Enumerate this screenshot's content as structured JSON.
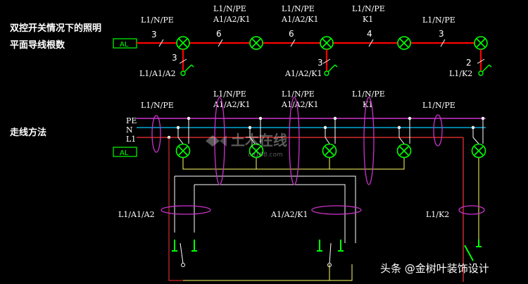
{
  "section1": {
    "title_line1": "双控开关情况下的照明",
    "title_line2": "平面导线根数",
    "panel": "AL",
    "top_labels": [
      {
        "lines": [
          "L1/N/PE"
        ]
      },
      {
        "lines": [
          "L1/N/PE",
          "A1/A2/K1"
        ]
      },
      {
        "lines": [
          "L1/N/PE",
          "A1/A2/K1"
        ]
      },
      {
        "lines": [
          "L1/N/PE",
          "K1"
        ]
      },
      {
        "lines": [
          "L1/N/PE"
        ]
      }
    ],
    "segment_counts": [
      "3",
      "6",
      "6",
      "4",
      "3"
    ],
    "drop_counts": [
      "3",
      "3",
      "2"
    ],
    "switch_labels": [
      "L1/A1/A2",
      "A1/A2/K1",
      "L1/K2"
    ]
  },
  "section2": {
    "title": "走线方法",
    "panel": "AL",
    "bus_labels": [
      "PE",
      "N",
      "L1"
    ],
    "top_labels": [
      {
        "lines": [
          "L1/N/PE"
        ]
      },
      {
        "lines": [
          "L1/N/PE",
          "A1/A2/K1"
        ]
      },
      {
        "lines": [
          "L1/N/PE",
          "A1/A2/K1"
        ]
      },
      {
        "lines": [
          "L1/N/PE",
          "K1"
        ]
      },
      {
        "lines": [
          "L1/N/PE"
        ]
      }
    ],
    "switch_labels": [
      "L1/A1/A2",
      "A1/A2/K1",
      "L1/K2"
    ]
  },
  "watermark": {
    "text": "土木在线",
    "sub": "co188.com"
  },
  "footer": {
    "text": "头条 @金树叶装饰设计"
  },
  "colors": {
    "background": "#000000",
    "red": "#ff0000",
    "green": "#00ff00",
    "magenta": "#cc33cc",
    "cyan": "#00c8ff",
    "white": "#ffffff",
    "yellow": "#ffff66"
  }
}
